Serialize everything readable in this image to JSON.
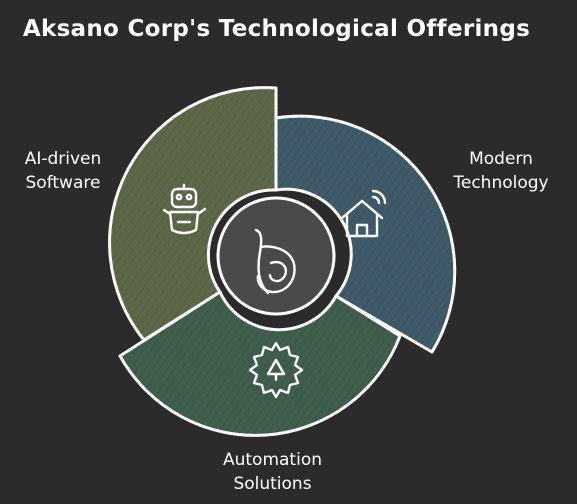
{
  "title": "Aksano Corp's Technological Offerings",
  "segments": [
    {
      "id": "ai",
      "label_line1": "AI-driven",
      "label_line2": "Software",
      "icon": "robot-icon",
      "color": "#5c6848"
    },
    {
      "id": "modern",
      "label_line1": "Modern",
      "label_line2": "Technology",
      "icon": "smart-home-icon",
      "color": "#3f5a68"
    },
    {
      "id": "automation",
      "label_line1": "Automation",
      "label_line2": "Solutions",
      "icon": "automation-gear-icon",
      "color": "#3f5e4c"
    }
  ],
  "center": {
    "icon": "brand-logo-icon",
    "color": "#4a4a4a"
  },
  "colors": {
    "background": "#2b2b2b",
    "outline": "#ffffff",
    "text": "#ffffff"
  }
}
